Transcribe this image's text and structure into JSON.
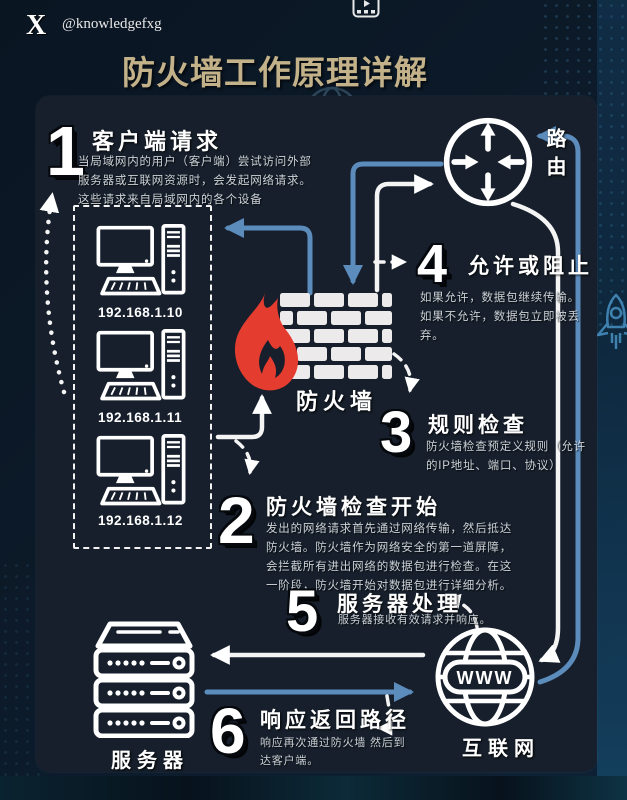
{
  "header": {
    "logo": "X",
    "handle": "@knowledgefxg",
    "title": "防火墙工作原理详解"
  },
  "steps": {
    "s1": {
      "num": "1",
      "title": "客户端请求",
      "body": "当局域网内的用户（客户端）尝试访问外部服务器或互联网资源时，会发起网络请求。这些请求来自局域网内的各个设备"
    },
    "s2": {
      "num": "2",
      "title": "防火墙检查开始",
      "body": "发出的网络请求首先通过网络传输，然后抵达防火墙。防火墙作为网络安全的第一道屏障，会拦截所有进出网络的数据包进行检查。在这一阶段，防火墙开始对数据包进行详细分析。"
    },
    "s3": {
      "num": "3",
      "title": "规则检查",
      "body": "防火墙检查预定义规则（允许的IP地址、端口、协议）"
    },
    "s4": {
      "num": "4",
      "title": "允许或阻止",
      "body": "如果允许，数据包继续传输。 如果不允许，数据包立即被丢弃。"
    },
    "s5": {
      "num": "5",
      "title": "服务器处理",
      "body": "服务器接收有效请求并响应。"
    },
    "s6": {
      "num": "6",
      "title": "响应返回路径",
      "body": "响应再次通过防火墙 然后到达客户端。"
    }
  },
  "nodes": {
    "clients": {
      "ips": [
        "192.168.1.10",
        "192.168.1.11",
        "192.168.1.12"
      ]
    },
    "firewall": {
      "label": "防火墙"
    },
    "router": {
      "label": "路由"
    },
    "server": {
      "label": "服务器"
    },
    "internet": {
      "label": "互联网",
      "www": "WWW"
    }
  },
  "colors": {
    "accent_blue": "#5b8cbc",
    "title_gold": "#c3b189",
    "flame_red": "#e53c30",
    "panel": "#161f2b",
    "background": "#0b1724",
    "brick": "#eceaea"
  }
}
